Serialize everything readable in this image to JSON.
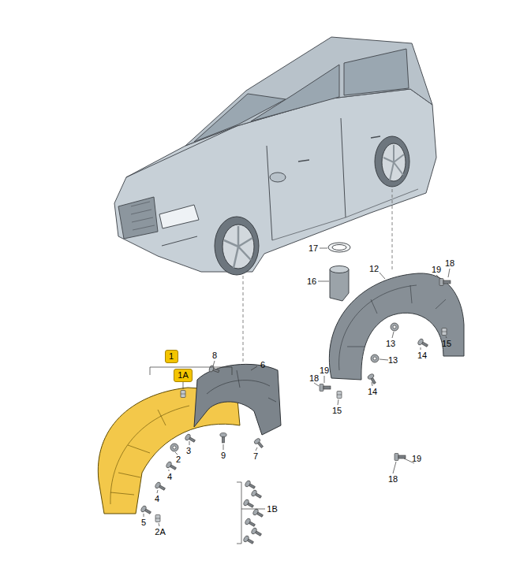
{
  "diagram": {
    "nodes": [
      {
        "text": [
          "1"
        ]
      },
      {
        "text": [
          "1A"
        ]
      }
    ],
    "labels": [
      "17",
      "16",
      "12",
      "19",
      "18",
      "13",
      "15",
      "14",
      "13",
      "19",
      "18",
      "14",
      "15",
      "8",
      "6",
      "3",
      "2",
      "4",
      "4",
      "9",
      "7",
      "5",
      "2A",
      "1B",
      "19",
      "18"
    ]
  }
}
